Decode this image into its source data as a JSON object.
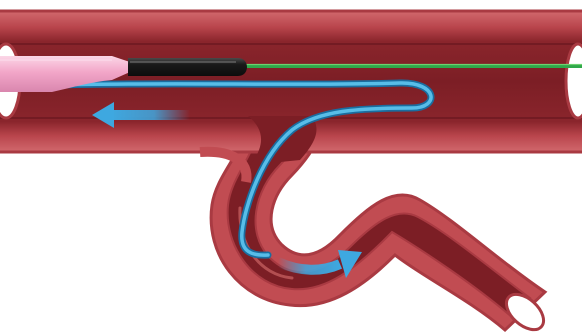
{
  "colors": {
    "background": "#ffffff",
    "vessel_outer": "#c14c52",
    "vessel_rim": "#a93a42",
    "vessel_inner": "#7c1e25",
    "vessel_lumen_dark": "#6a1820",
    "vessel_highlight": "#d87070",
    "guidewire": "#2fa84a",
    "guidewire_highlight": "#7ddc7a",
    "catheter_body": "#1a1a1a",
    "catheter_highlight": "#5a5a5a",
    "sheath": "#f2a6c8",
    "sheath_highlight": "#fbd6e7",
    "sheath_shadow": "#d986ae",
    "wire_blue": "#3aa6de",
    "wire_blue_outline": "#1a6ea0",
    "arrow_blue": "#3ea8e0",
    "lumen_end_white": "#ffffff"
  },
  "elements": {
    "main_vessel": "horizontal-blood-vessel",
    "branch_vessel": "curved-branch-vessel",
    "sheath": "pink-introducer-sheath",
    "catheter": "black-catheter-tip",
    "guidewire": "green-guidewire",
    "loop_wire": "blue-looped-catheter",
    "arrow_withdraw": "left-arrow-withdraw",
    "arrow_advance": "curved-arrow-advance"
  }
}
